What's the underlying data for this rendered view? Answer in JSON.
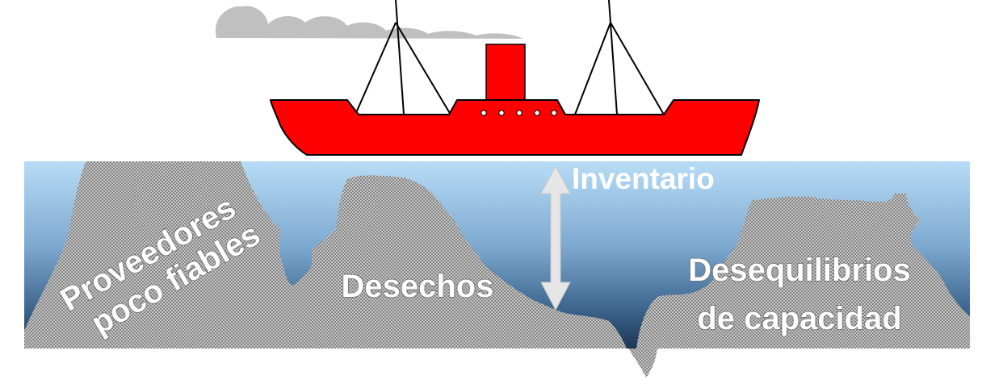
{
  "diagram": {
    "labels": {
      "inventory": "Inventario",
      "unreliable_suppliers": [
        "Proveedores",
        "poco fiables"
      ],
      "waste": "Desechos",
      "capacity_imbalances": [
        "Desequilibrios",
        "de capacidad"
      ]
    },
    "colors": {
      "ship_hull": "#ff0000",
      "smoke": "#c0c0c0",
      "water_top": "#b7dcf6",
      "water_bottom": "#1c3557",
      "rock": "#bdbdbd",
      "arrow": "#e6e6e6"
    }
  }
}
